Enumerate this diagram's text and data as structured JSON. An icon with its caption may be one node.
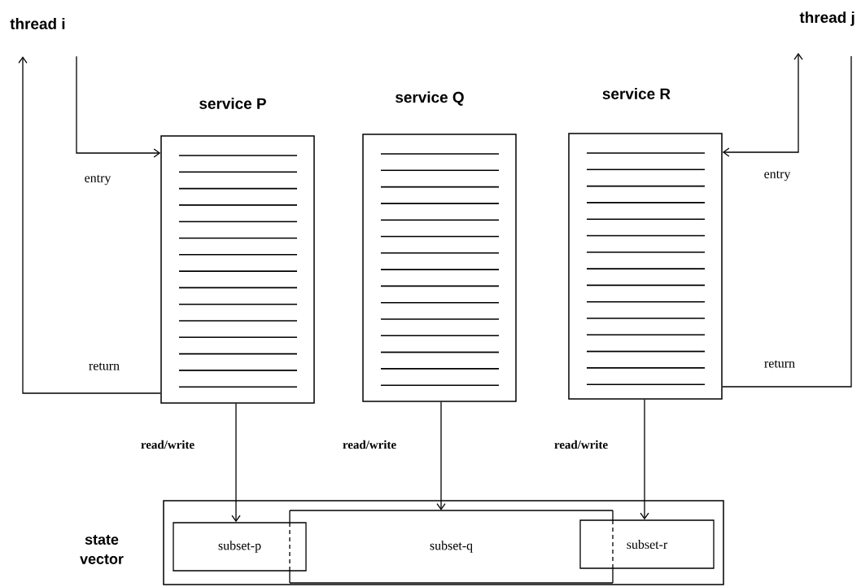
{
  "diagram": {
    "nodes": [
      {
        "text": [
          "thread i"
        ]
      },
      {
        "text": [
          "thread j"
        ]
      },
      {
        "text": [
          "service P"
        ]
      },
      {
        "text": [
          "service Q"
        ]
      },
      {
        "text": [
          "service R"
        ]
      },
      {
        "text": [
          "state vector"
        ]
      },
      {
        "text": [
          "subset-p"
        ],
        "in": 5
      },
      {
        "text": [
          "subset-q"
        ],
        "in": 5
      },
      {
        "text": [
          "subset-r"
        ],
        "in": 5
      }
    ],
    "edges": [
      {
        "from": 0,
        "to": 2,
        "arrow": "to",
        "label": "entry"
      },
      {
        "from": 2,
        "to": 0,
        "arrow": "to",
        "label": "return"
      },
      {
        "from": 1,
        "to": 4,
        "arrow": "both",
        "label": "entry"
      },
      {
        "from": 4,
        "to": 1,
        "arrow": "none",
        "label": "return"
      },
      {
        "from": 2,
        "to": 6,
        "arrow": "to",
        "label": "read/write"
      },
      {
        "from": 3,
        "to": 7,
        "arrow": "to",
        "label": "read/write"
      },
      {
        "from": 4,
        "to": 8,
        "arrow": "to",
        "label": "read/write"
      }
    ]
  }
}
